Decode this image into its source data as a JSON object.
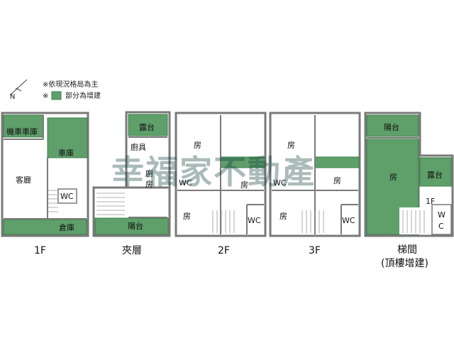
{
  "colors": {
    "wall": "#7a7a7a",
    "green": "#5f9f6a",
    "green_edge": "#3f7f4a",
    "watermark": "#0b3d3a"
  },
  "legend": {
    "note_current": "※依現況格局為主",
    "note_mark": "※",
    "note_extension": "部分為增建",
    "compass": "N"
  },
  "watermark": "幸福家不動產",
  "floors": {
    "f1": {
      "title": "1F",
      "rooms": {
        "moto_garage": "機車車庫",
        "garage": "車庫",
        "living": "客廳",
        "wc": "WC",
        "storage": "倉庫"
      }
    },
    "mezz": {
      "title": "夾層",
      "rooms": {
        "balcony_top": "露台",
        "cabinet": "廚具",
        "kitchen_1": "廚",
        "kitchen_2": "房",
        "balcony": "陽台"
      }
    },
    "f2": {
      "title": "2F",
      "rooms": {
        "room_a": "房",
        "wc_a": "WC",
        "room_b": "房",
        "room_c": "房",
        "wc_b": "WC"
      }
    },
    "f3": {
      "title": "3F",
      "rooms": {
        "room_a": "房",
        "wc_a": "WC",
        "room_b": "房",
        "room_c": "房",
        "wc_b": "WC"
      }
    },
    "stair": {
      "title_1": "梯間",
      "title_2": "(頂樓增建)",
      "rooms": {
        "balcony": "陽台",
        "room": "房",
        "terrace": "露台",
        "one_f": "1F",
        "wc_1": "W",
        "wc_2": "C"
      }
    }
  }
}
